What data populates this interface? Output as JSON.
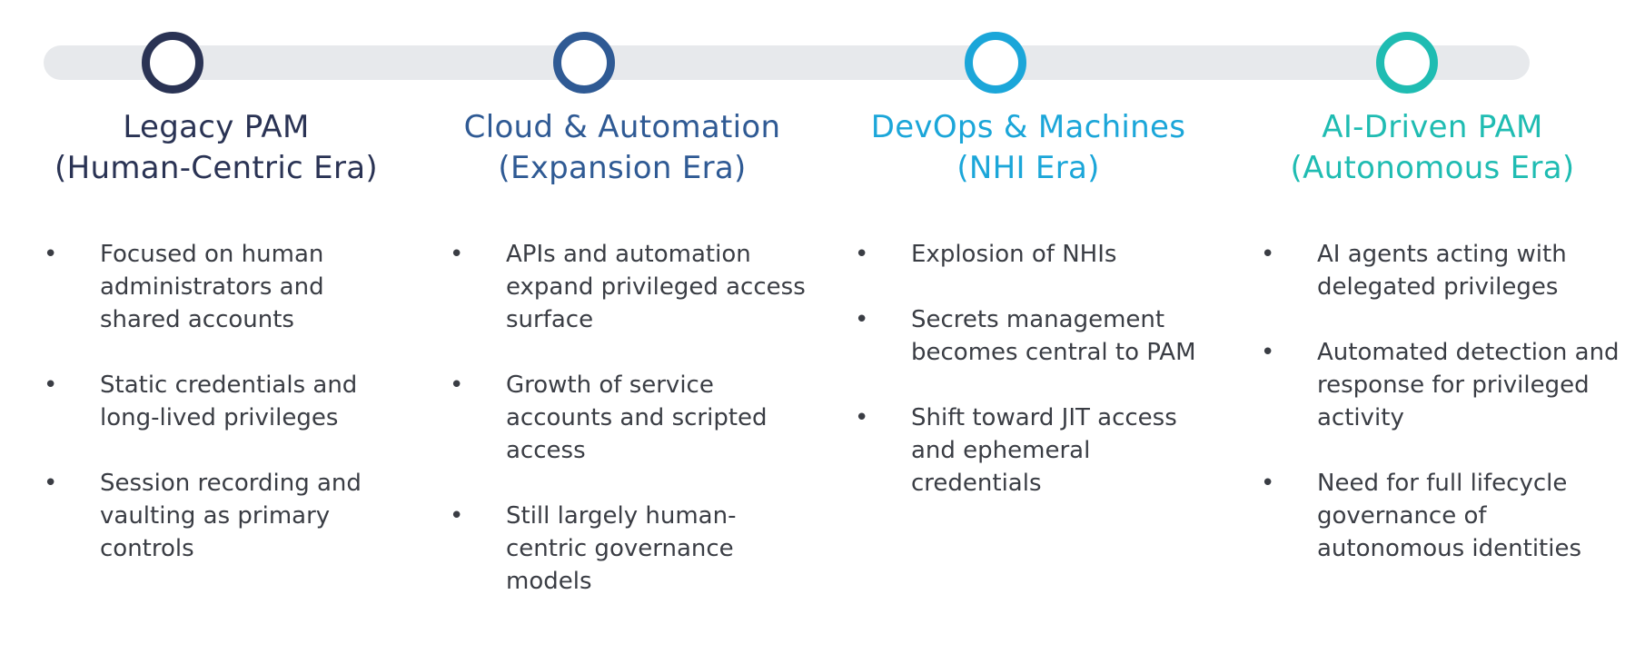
{
  "colors": {
    "track": "#e7e9ec",
    "bullet_text": "#3a3d44"
  },
  "eras": [
    {
      "title_line1": "Legacy PAM",
      "title_line2": "(Human-Centric Era)",
      "color": "#2a3354",
      "icon": "ring-node-icon",
      "bullets": [
        "Focused on human administrators and shared accounts",
        "Static credentials and long-lived privileges",
        "Session recording and vaulting as primary controls"
      ]
    },
    {
      "title_line1": "Cloud & Automation",
      "title_line2": "(Expansion Era)",
      "color": "#2f5a94",
      "icon": "ring-node-icon",
      "bullets": [
        "APIs and automation expand privileged access surface",
        "Growth of service accounts and scripted access",
        "Still largely human-centric governance models"
      ]
    },
    {
      "title_line1": "DevOps & Machines",
      "title_line2": "(NHI Era)",
      "color": "#1ba6d9",
      "icon": "ring-node-icon",
      "bullets": [
        "Explosion of NHIs",
        "Secrets management becomes central to PAM",
        "Shift toward JIT access and ephemeral credentials"
      ]
    },
    {
      "title_line1": "AI-Driven PAM",
      "title_line2": "(Autonomous Era)",
      "color": "#1fbcb2",
      "icon": "ring-node-icon",
      "bullets": [
        "AI agents acting with delegated privileges",
        "Automated detection and response for privileged activity",
        "Need for full lifecycle governance of autonomous identities"
      ]
    }
  ]
}
